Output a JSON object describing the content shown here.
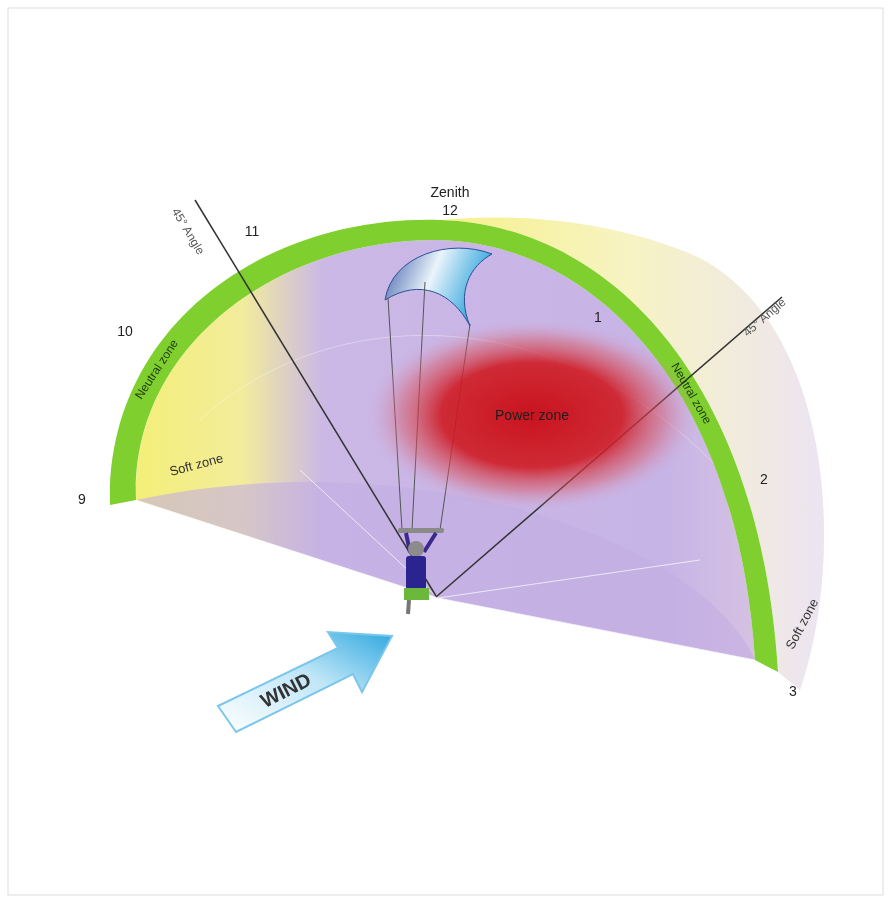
{
  "diagram": {
    "nodes": [
      {
        "text": [
          "Power zone"
        ]
      }
    ],
    "labels": [
      "Zenith",
      "12",
      "11",
      "10",
      "9",
      "1",
      "2",
      "3",
      "45° Angle",
      "45° Angle",
      "Neutral zone",
      "Neutral zone",
      "Soft zone",
      "Soft zone",
      "WIND"
    ]
  }
}
